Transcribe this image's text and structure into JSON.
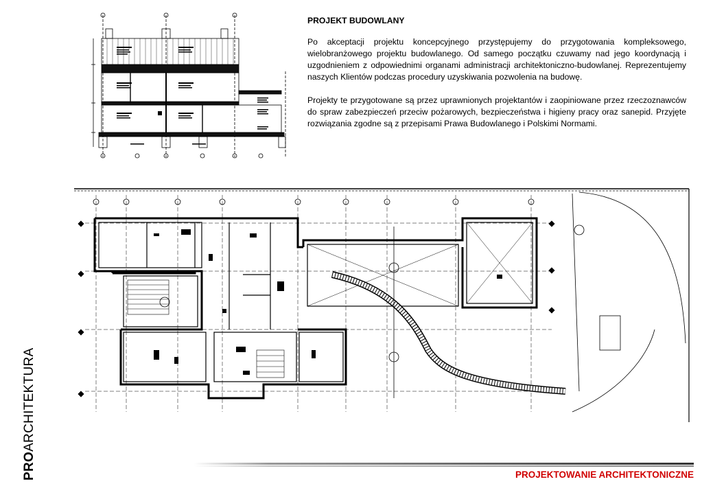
{
  "text": {
    "heading": "PROJEKT BUDOWLANY",
    "paragraph1": "Po akceptacji projektu koncepcyjnego przystępujemy do przygotowania kompleksowego, wielobranżowego projektu budowlanego. Od samego początku czuwamy nad jego koordynacją i uzgodnieniem z odpowiednimi organami administracji architektoniczno-budowlanej. Reprezentujemy naszych Klientów podczas procedury uzyskiwania pozwolenia na budowę.",
    "paragraph2": "Projekty te przygotowane są przez uprawnionych projektantów i zaopiniowane przez rzeczoznawców do spraw zabezpieczeń przeciw pożarowych, bezpieczeństwa i higieny pracy oraz sanepid. Przyjęte rozwiązania zgodne są z przepisami Prawa Budowlanego i Polskimi Normami."
  },
  "brand": {
    "bold": "PRO",
    "regular": "ARCHITEKTURA"
  },
  "footer": {
    "title": "PROJEKTOWANIE ARCHITEKTONICZNE"
  },
  "colors": {
    "accent": "#d00000",
    "line": "#000000",
    "footer_gray": "#888888"
  }
}
